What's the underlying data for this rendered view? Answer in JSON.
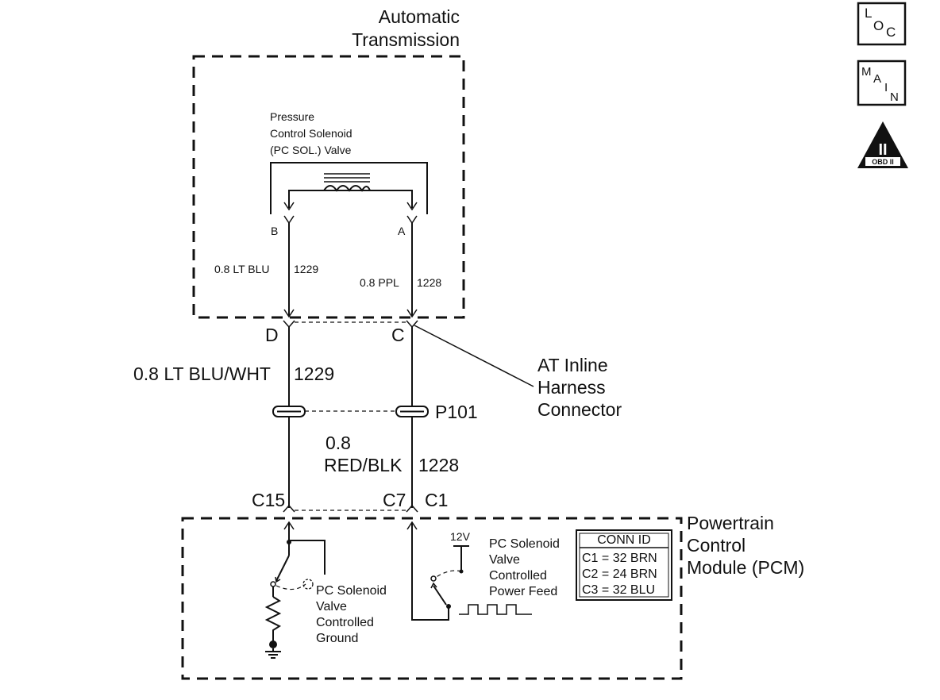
{
  "at_box": {
    "title_line1": "Automatic",
    "title_line2": "Transmission"
  },
  "solenoid": {
    "label_line1": "Pressure",
    "label_line2": "Control Solenoid",
    "label_line3": "(PC SOL.) Valve"
  },
  "pins": {
    "sol_b": "B",
    "sol_a": "A",
    "conn_d": "D",
    "conn_c": "C",
    "pcm_c15": "C15",
    "pcm_c7": "C7",
    "pcm_c1": "C1"
  },
  "wires": {
    "inner_left": "0.8 LT BLU",
    "inner_left_num": "1229",
    "inner_right": "0.8 PPL",
    "inner_right_num": "1228",
    "outer_left": "0.8 LT BLU/WHT",
    "outer_left_num": "1229",
    "outer_right_gauge": "0.8",
    "outer_right": "RED/BLK",
    "outer_right_num": "1228"
  },
  "connectors": {
    "inline_line1": "AT Inline",
    "inline_line2": "Harness",
    "inline_line3": "Connector",
    "p101": "P101"
  },
  "pcm": {
    "title_line1": "Powertrain",
    "title_line2": "Control",
    "title_line3": "Module (PCM)",
    "voltage": "12V",
    "ground_label": [
      "PC Solenoid",
      "Valve",
      "Controlled",
      "Ground"
    ],
    "power_label": [
      "PC Solenoid",
      "Valve",
      "Controlled",
      "Power Feed"
    ]
  },
  "conn_id_table": {
    "header": "CONN ID",
    "rows": [
      "C1 = 32 BRN",
      "C2 = 24 BRN",
      "C3 = 32 BLU"
    ]
  },
  "icons": {
    "loc": {
      "l": "L",
      "o": "O",
      "c": "C"
    },
    "main": {
      "m": "M",
      "a": "A",
      "i": "I",
      "n": "N"
    },
    "obd": {
      "numeral": "II",
      "label": "OBD II"
    }
  }
}
